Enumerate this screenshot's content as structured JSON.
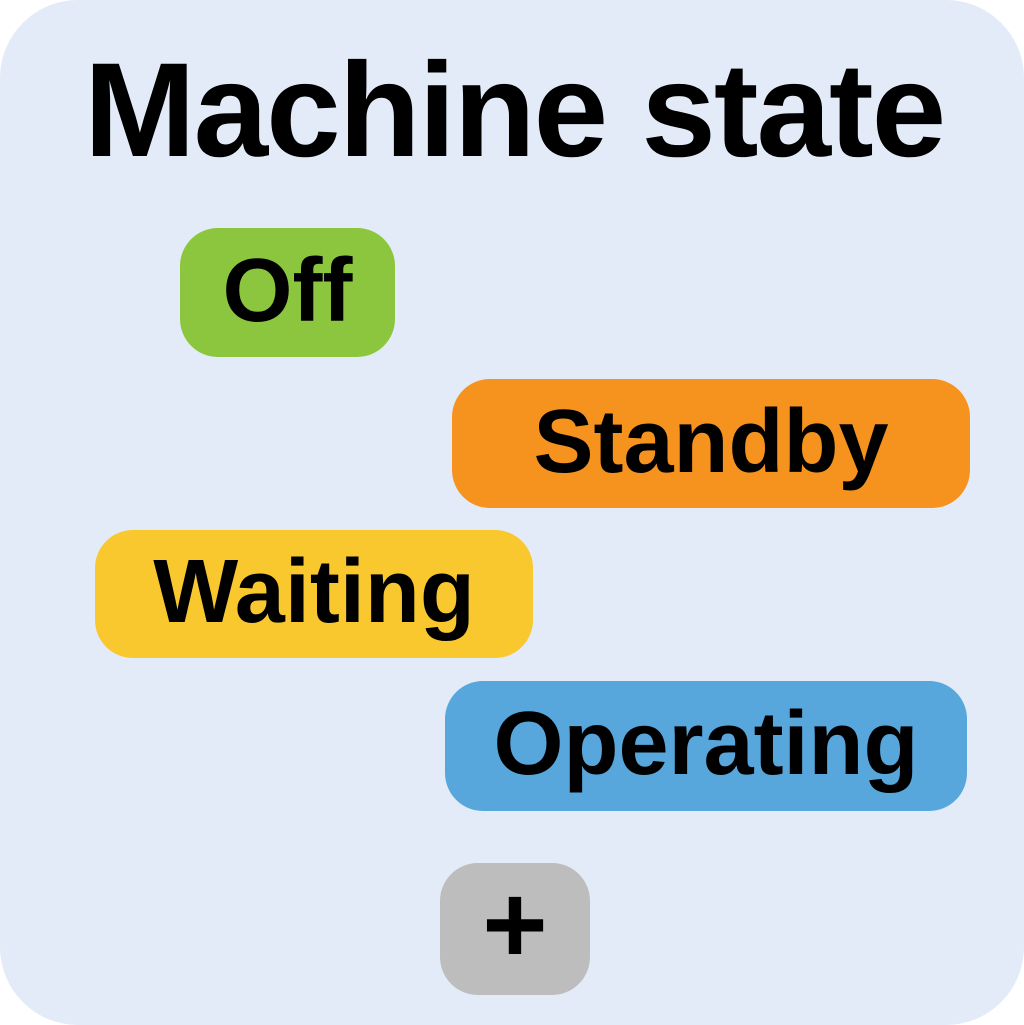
{
  "panel": {
    "title": "Machine state",
    "background_color": "#E2EBF7",
    "text_color": "#000000"
  },
  "states": [
    {
      "id": "off",
      "label": "Off",
      "color": "#8CC63F"
    },
    {
      "id": "standby",
      "label": "Standby",
      "color": "#F6921E"
    },
    {
      "id": "waiting",
      "label": "Waiting",
      "color": "#F9C82E"
    },
    {
      "id": "operating",
      "label": "Operating",
      "color": "#57A7DC"
    }
  ],
  "add_button": {
    "label": "+",
    "color": "#BDBDBD"
  }
}
